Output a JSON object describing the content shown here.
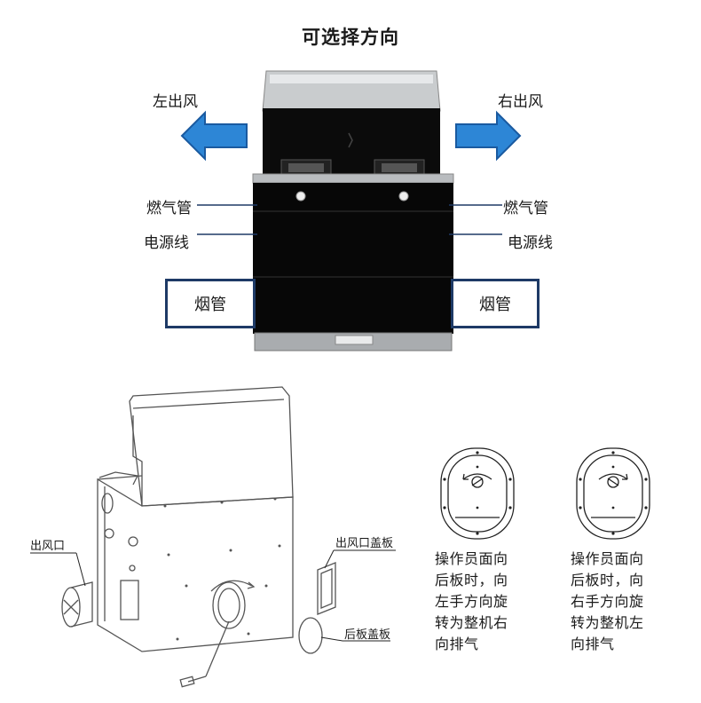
{
  "title": "可选择方向",
  "top": {
    "left_wind": "左出风",
    "right_wind": "右出风",
    "gas_pipe_left": "燃气管",
    "gas_pipe_right": "燃气管",
    "power_left": "电源线",
    "power_right": "电源线",
    "flue_left": "烟管",
    "flue_right": "烟管"
  },
  "bottom": {
    "outlet": "出风口",
    "outlet_cover": "出风口盖板",
    "back_cover": "后板盖板",
    "desc_left": "操作员面向\n后板时，向\n左手方向旋\n转为整机右\n向排气",
    "desc_right": "操作员面向\n后板时，向\n右手方向旋\n转为整机左\n向排气"
  },
  "colors": {
    "arrow": "#2d86d6",
    "box_border": "#1e3a66",
    "panel": "#0a0a0a",
    "steel": "#b9bcbf"
  }
}
